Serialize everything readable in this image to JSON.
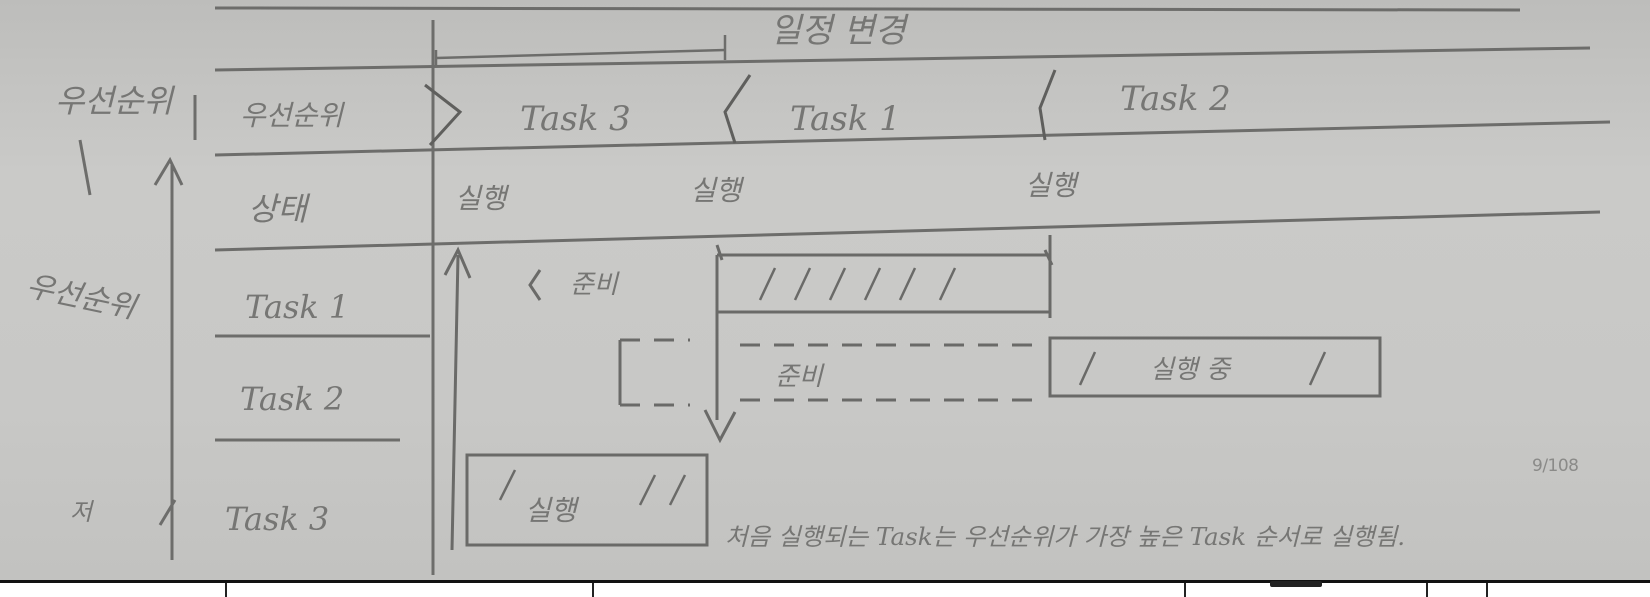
{
  "timeline": {
    "header": "일정 변경",
    "row_priority_label": "우선순위",
    "row_state_label": "상태",
    "y_axis_label": "우선순위",
    "bottom_axis_label": "저"
  },
  "priority_sequence": [
    "Task 3",
    "Task 1",
    "Task 2"
  ],
  "states": [
    "실행",
    "실행",
    "실행"
  ],
  "tasks": [
    "Task 1",
    "Task 2",
    "Task 3"
  ],
  "annotations": {
    "task1_ready": "준비",
    "task2_ready": "준비",
    "task2_run": "실행 중",
    "task3_run": "실행",
    "bottom_note": "처음 실행되는 Task는 우선순위가 가장 높은 Task 순서로 실행됨."
  },
  "page_number": "9/108"
}
